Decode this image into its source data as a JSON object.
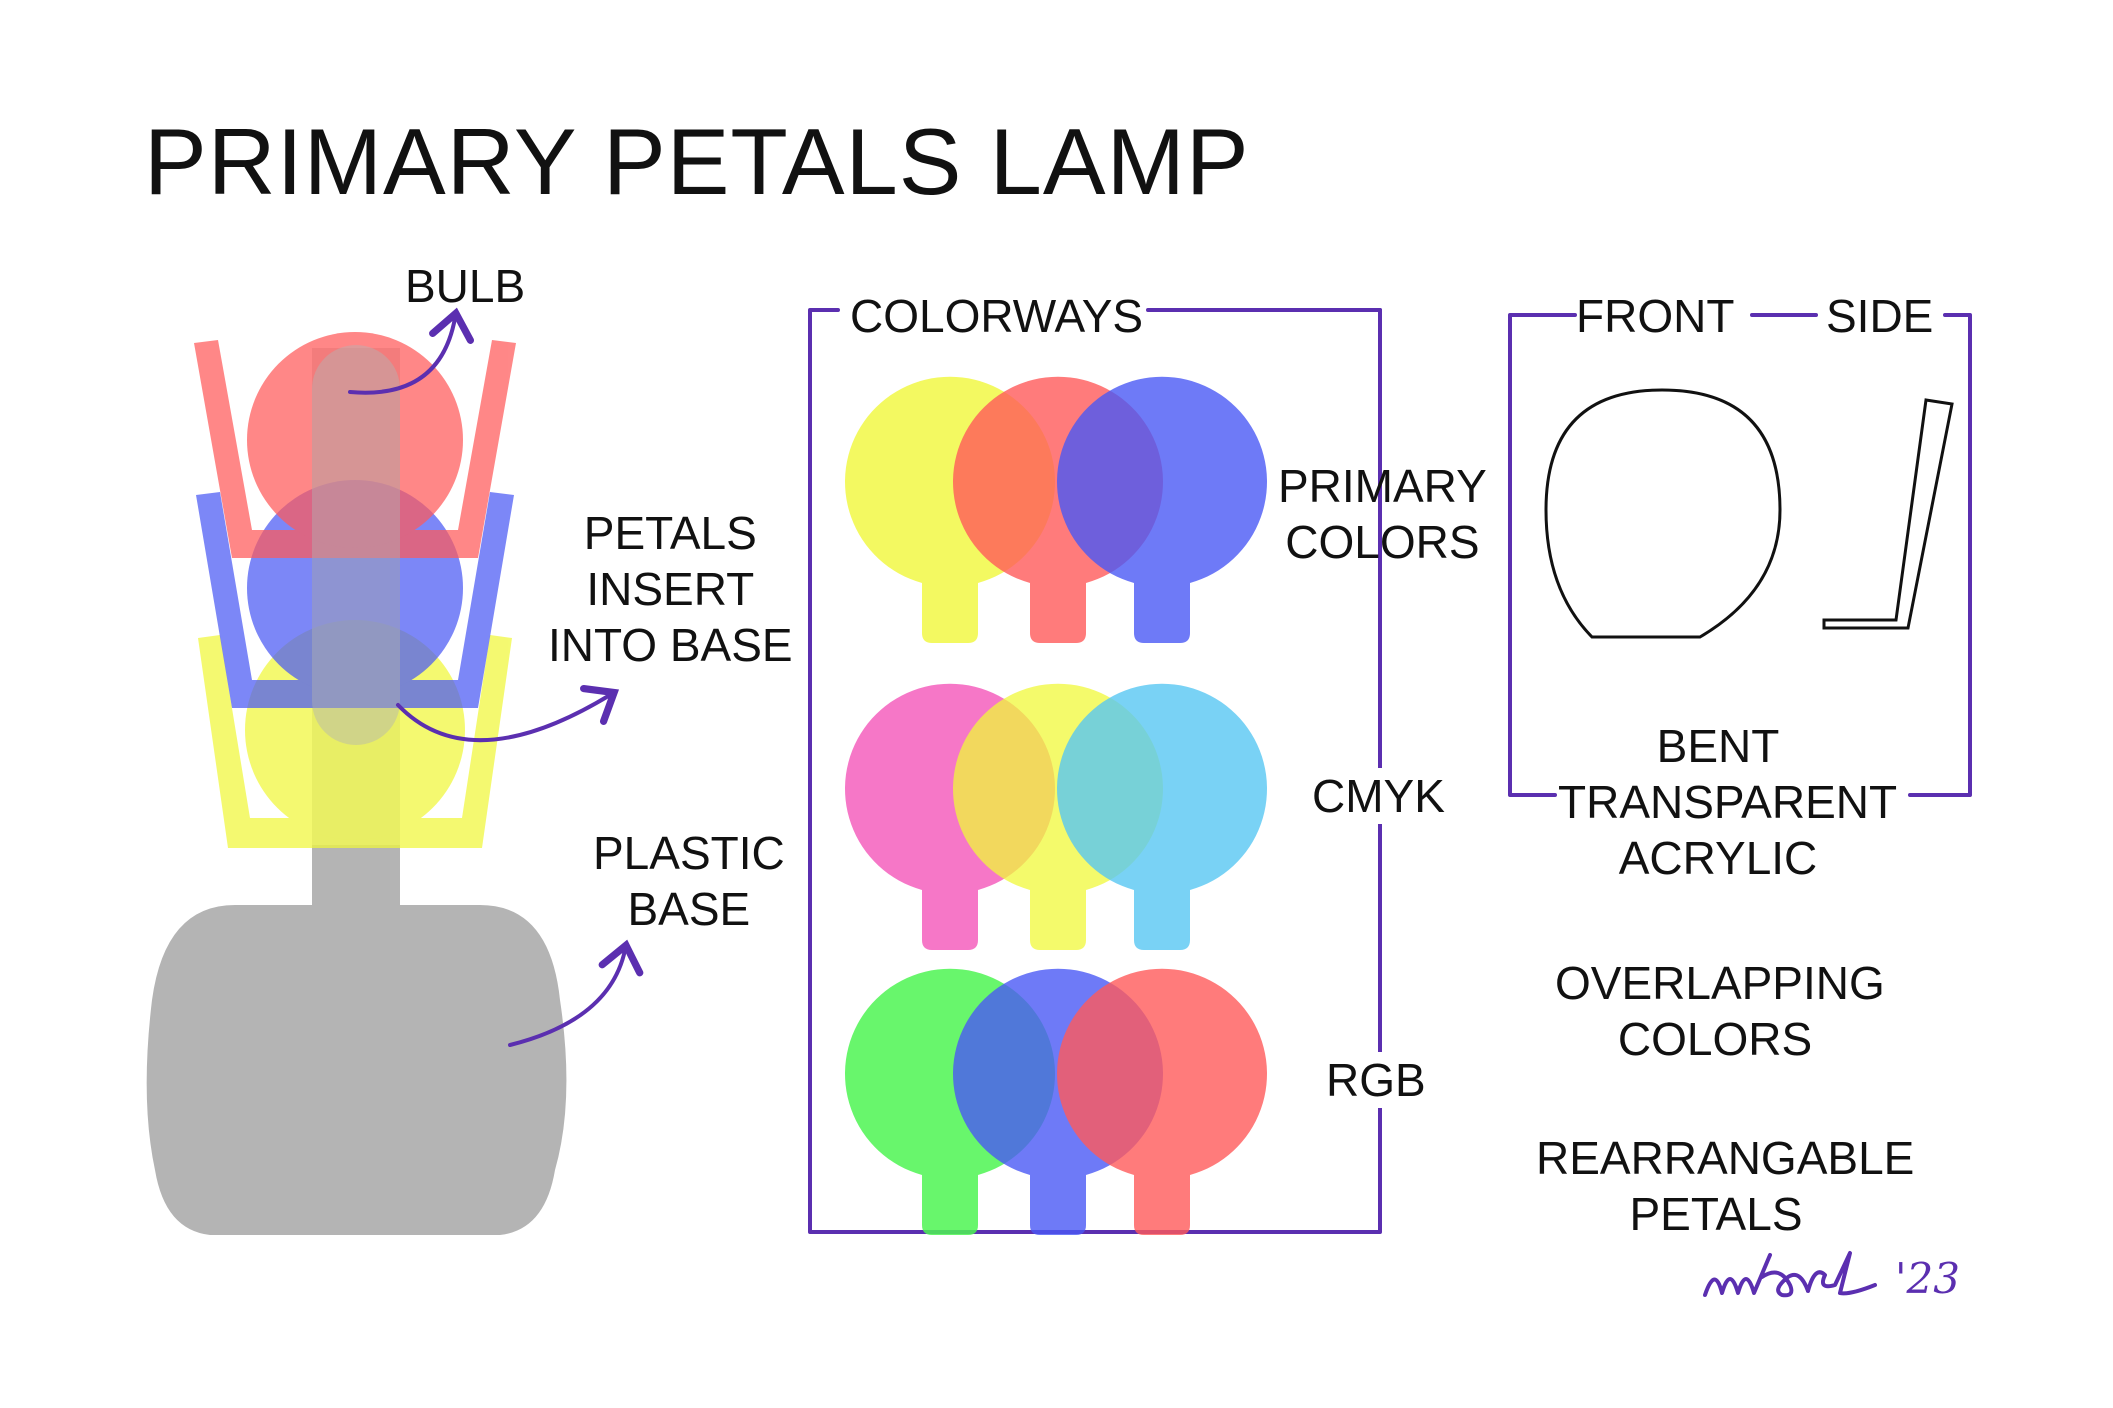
{
  "title": "PRIMARY PETALS LAMP",
  "labels": {
    "bulb": "BULB",
    "petals_insert": "PETALS\nINSERT\nINTO BASE",
    "plastic_base": "PLASTIC\nBASE",
    "colorways": "COLORWAYS",
    "primary_colors": "PRIMARY\nCOLORS",
    "cmyk": "CMYK",
    "rgb": "RGB",
    "front": "FRONT",
    "side": "SIDE",
    "bent_acrylic": "BENT\nTRANSPARENT\nACRYLIC",
    "overlapping": "OVERLAPPING\nCOLORS",
    "rearrangable": "REARRANGABLE\nPETALS"
  },
  "signature": "'23",
  "colors": {
    "red": "#ff5a5a",
    "blue": "#4a59f5",
    "yellow": "#f0f83a",
    "magenta": "#f45fbd",
    "cyan": "#58c7f2",
    "green": "#4ef552",
    "gray": "#b4b4b4",
    "bracket": "#5b2fb0"
  },
  "colorways": [
    {
      "name": "PRIMARY COLORS",
      "petals": [
        "yellow",
        "red",
        "blue"
      ]
    },
    {
      "name": "CMYK",
      "petals": [
        "magenta",
        "yellow",
        "cyan"
      ]
    },
    {
      "name": "RGB",
      "petals": [
        "green",
        "blue",
        "red"
      ]
    }
  ]
}
